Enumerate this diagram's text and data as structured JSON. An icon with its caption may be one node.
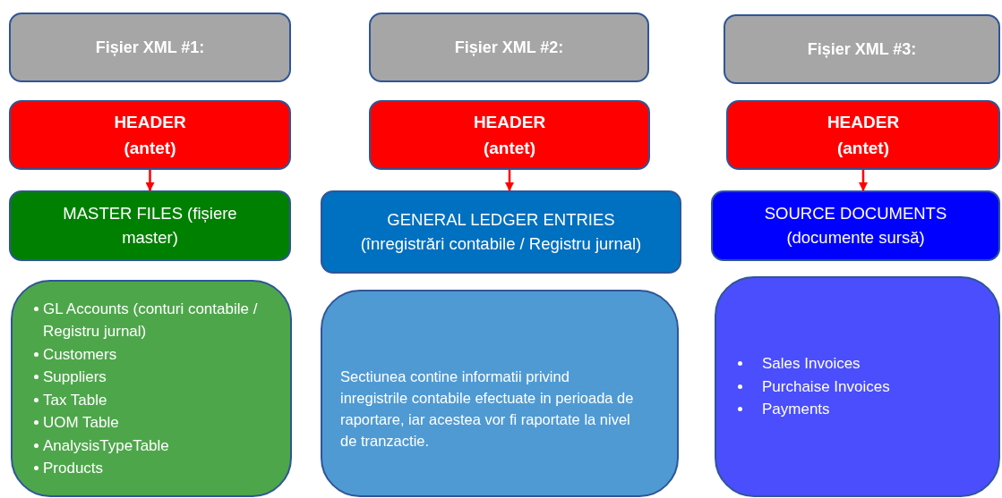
{
  "diagram": {
    "nodes": [
      {
        "text": [
          "Fișier XML #1:"
        ]
      },
      {
        "text": [
          "Fișier XML #2:"
        ]
      },
      {
        "text": [
          "Fișier XML #3:"
        ]
      },
      {
        "text": [
          "HEADER (antet)"
        ]
      },
      {
        "text": [
          "HEADER (antet)"
        ]
      },
      {
        "text": [
          "HEADER (antet)"
        ]
      },
      {
        "text": [
          "MASTER FILES (fișiere master)"
        ]
      },
      {
        "text": [
          "GENERAL LEDGER ENTRIES (înregistrări contabile / Registru jurnal)"
        ]
      },
      {
        "text": [
          "SOURCE DOCUMENTS (documente sursă)"
        ]
      },
      {
        "text": [
          "GL Accounts (conturi contabile / Registru jurnal)",
          "Customers",
          "Suppliers",
          "Tax Table",
          "UOM Table",
          "AnalysisTypeTable",
          "Products"
        ]
      },
      {
        "text": [
          "Sectiunea contine informatii privind inregistrile contabile efectuate in perioada de raportare, iar acestea vor fi raportate la nivel de tranzactie."
        ]
      },
      {
        "text": [
          "Sales Invoices",
          "Purchaise Invoices",
          "Payments"
        ]
      }
    ],
    "edges": [
      {
        "from": 3,
        "to": 6,
        "arrow": "to"
      },
      {
        "from": 4,
        "to": 7,
        "arrow": "to"
      },
      {
        "from": 5,
        "to": 8,
        "arrow": "to"
      }
    ]
  }
}
